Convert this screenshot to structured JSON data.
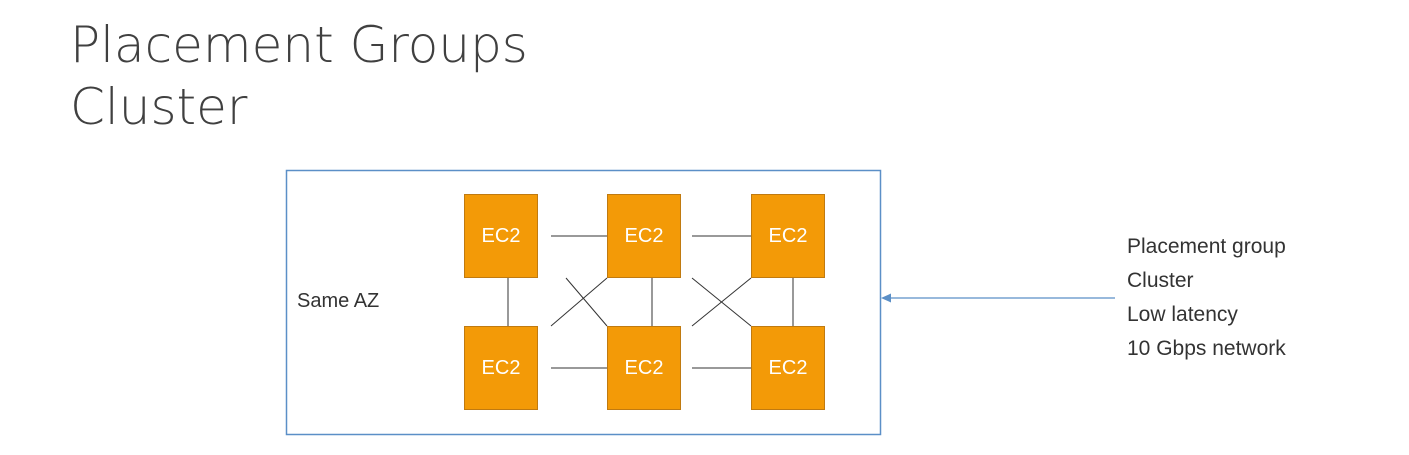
{
  "title": {
    "line1": "Placement Groups",
    "line2": "Cluster"
  },
  "diagram": {
    "az_label": "Same AZ",
    "nodes": [
      {
        "label": "EC2",
        "row": 0,
        "col": 0
      },
      {
        "label": "EC2",
        "row": 0,
        "col": 1
      },
      {
        "label": "EC2",
        "row": 0,
        "col": 2
      },
      {
        "label": "EC2",
        "row": 1,
        "col": 0
      },
      {
        "label": "EC2",
        "row": 1,
        "col": 1
      },
      {
        "label": "EC2",
        "row": 1,
        "col": 2
      }
    ],
    "colors": {
      "node_fill": "#f39a07",
      "node_text": "#ffffff",
      "az_border": "#5b8fc7",
      "arrow": "#5b8fc7",
      "connector": "#333333"
    }
  },
  "annotation": {
    "lines": [
      "Placement group",
      "Cluster",
      "Low latency",
      "10 Gbps network"
    ]
  }
}
